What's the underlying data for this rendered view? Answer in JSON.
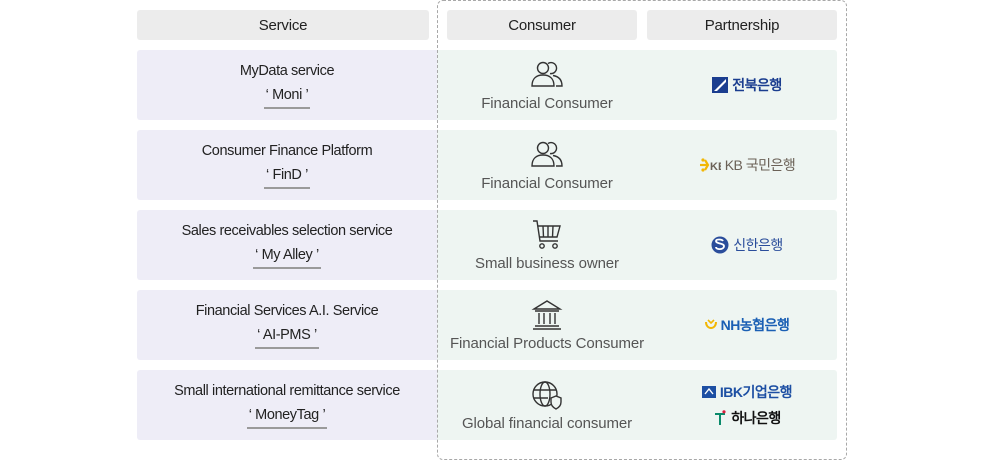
{
  "headers": {
    "service": "Service",
    "consumer": "Consumer",
    "partnership": "Partnership"
  },
  "rows": [
    {
      "service_title": "MyData service",
      "service_name": "‘ Moni ’",
      "consumer_icon": "users-icon",
      "consumer_label": "Financial Consumer",
      "partners": [
        {
          "name": "전북은행",
          "color": "#1a3d8f",
          "icon": "jb-bank-logo-icon"
        }
      ]
    },
    {
      "service_title": "Consumer Finance Platform",
      "service_name": "‘ FinD ’",
      "consumer_icon": "users-icon",
      "consumer_label": "Financial Consumer",
      "partners": [
        {
          "name": "KB 국민은행",
          "color": "#6b6157",
          "icon": "kb-bank-logo-icon"
        }
      ]
    },
    {
      "service_title": "Sales receivables selection service",
      "service_name": "‘ My Alley ’",
      "consumer_icon": "shopping-cart-icon",
      "consumer_label": "Small business owner",
      "partners": [
        {
          "name": "신한은행",
          "color": "#2a4d9b",
          "icon": "shinhan-bank-logo-icon"
        }
      ]
    },
    {
      "service_title": "Financial Services A.I. Service",
      "service_name": "‘ AI-PMS ’",
      "consumer_icon": "bank-building-icon",
      "consumer_label": "Financial Products Consumer",
      "partners": [
        {
          "name": "NH농협은행",
          "color": "#1a5fb4",
          "icon": "nh-bank-logo-icon"
        }
      ]
    },
    {
      "service_title": "Small international remittance service",
      "service_name": "‘ MoneyTag ’",
      "consumer_icon": "globe-shield-icon",
      "consumer_label": "Global financial consumer",
      "partners": [
        {
          "name": "IBK기업은행",
          "color": "#1d4fa3",
          "icon": "ibk-bank-logo-icon"
        },
        {
          "name": "하나은행",
          "color": "#111111",
          "icon": "hana-bank-logo-icon"
        }
      ]
    }
  ],
  "colors": {
    "service_bg": "#eeedf7",
    "consumer_bg": "#eef5f2",
    "header_bg": "#ececec"
  }
}
